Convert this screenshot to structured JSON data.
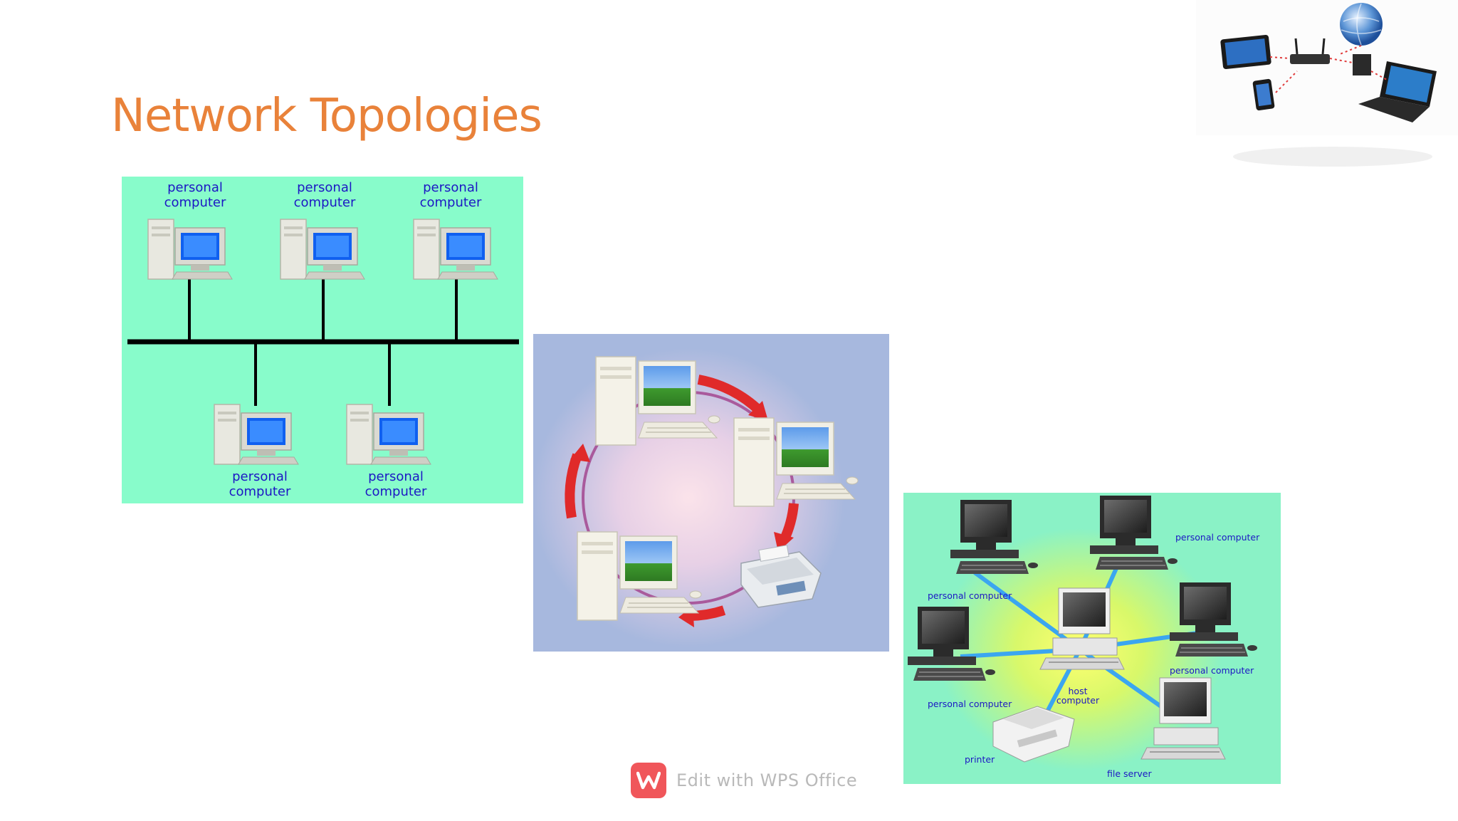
{
  "slide": {
    "title": "Network Topologies"
  },
  "bus_diagram": {
    "top_labels": [
      "personal\ncomputer",
      "personal\ncomputer",
      "personal\ncomputer"
    ],
    "bottom_labels": [
      "personal\ncomputer",
      "personal\ncomputer"
    ]
  },
  "ring_diagram": {
    "nodes": [
      "desktop computer",
      "desktop computer",
      "desktop computer",
      "fax printer"
    ]
  },
  "star_diagram": {
    "labels": {
      "pc_top_right": "personal computer",
      "pc_left_upper": "personal computer",
      "pc_right_lower": "personal computer",
      "pc_left_lower": "personal computer",
      "host": "host\ncomputer",
      "printer": "printer",
      "file_server": "file server"
    }
  },
  "watermark": {
    "text": "Edit with WPS Office",
    "logo_icon": "wps-logo-icon"
  },
  "colors": {
    "title": "#E9823A",
    "bus_bg": "#88FCCB",
    "ring_bg": "#A7B8DE",
    "star_bg": "#8AF2C6",
    "label": "#1C17C4",
    "ring_arrow": "#E02A2A",
    "star_link": "#3BA6F0"
  }
}
